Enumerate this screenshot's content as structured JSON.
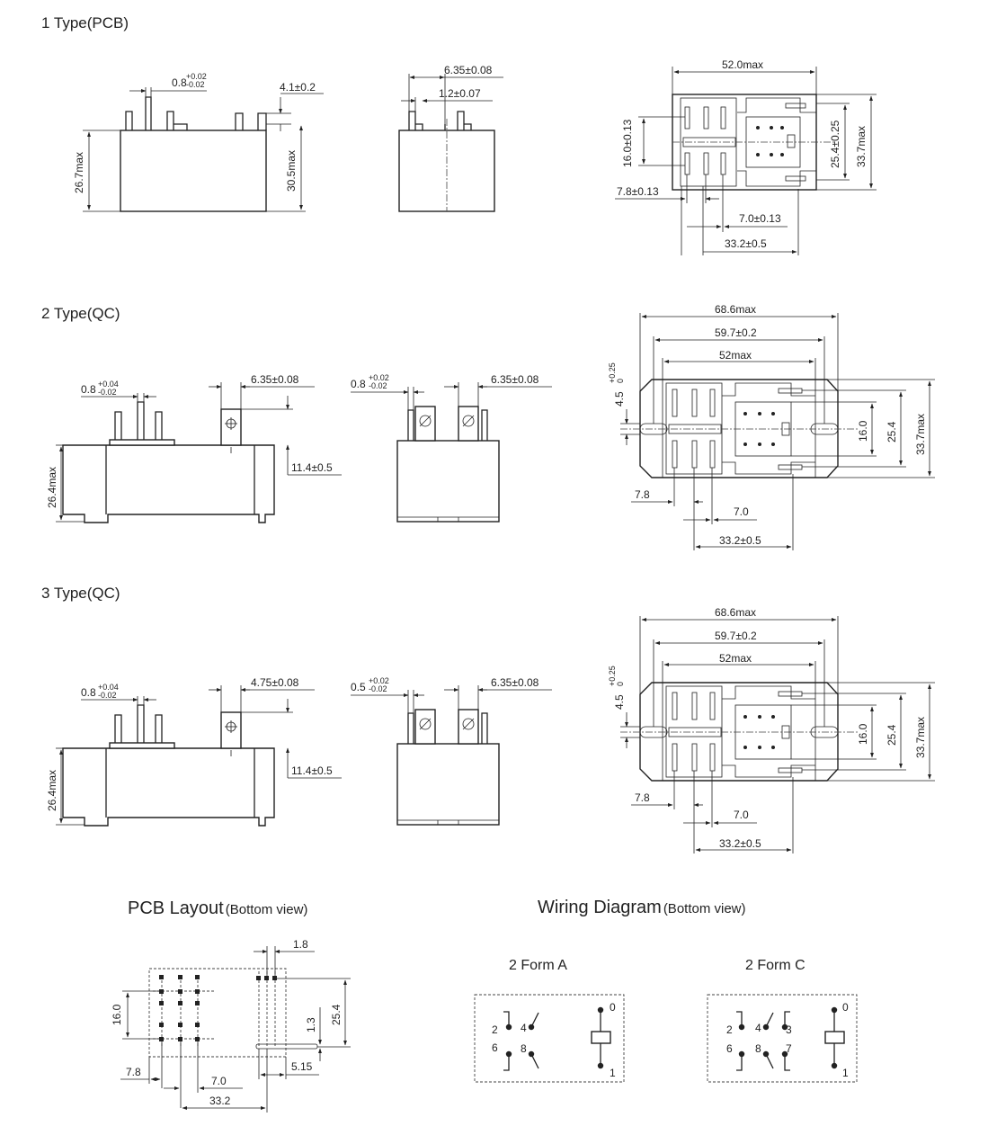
{
  "sections": [
    {
      "title": "1 Type(PCB)"
    },
    {
      "title": "2 Type(QC)"
    },
    {
      "title": "3 Type(QC)"
    }
  ],
  "type1": {
    "pin_width": "0.8",
    "pin_width_tol_top": "+0.02",
    "pin_width_tol_bottom": "-0.02",
    "pin_height": "4.1±0.2",
    "height_body": "26.7max",
    "height_total": "30.5max",
    "side_width": "6.35±0.08",
    "side_pin": "1.2±0.07",
    "bottom": {
      "length": "52.0max",
      "pitch_16": "16.0±0.13",
      "pitch_254": "25.4±0.25",
      "width": "33.7max",
      "offset": "7.8±0.13",
      "pitch_7": "7.0±0.13",
      "span": "33.2±0.5"
    }
  },
  "type2": {
    "pin_width": "0.8",
    "pin_width_tol_top": "+0.04",
    "pin_width_tol_bottom": "-0.02",
    "tab_width": "6.35±0.08",
    "tab_height": "11.4±0.5",
    "height": "26.4max",
    "side_pin": "0.8",
    "side_pin_tol_top": "+0.02",
    "side_pin_tol_bottom": "-0.02",
    "side_tab": "6.35±0.08",
    "bottom": {
      "length_total": "68.6max",
      "mount_pitch": "59.7±0.2",
      "length_body": "52max",
      "slot": "4.5",
      "slot_tol_top": "+0.25",
      "slot_tol_bottom": "0",
      "pitch_16": "16.0",
      "pitch_254": "25.4",
      "width": "33.7max",
      "offset": "7.8",
      "pitch_7": "7.0",
      "span": "33.2±0.5"
    }
  },
  "type3": {
    "pin_width": "0.8",
    "pin_width_tol_top": "+0.04",
    "pin_width_tol_bottom": "-0.02",
    "tab_width": "4.75±0.08",
    "tab_height": "11.4±0.5",
    "height": "26.4max",
    "side_pin": "0.5",
    "side_pin_tol_top": "+0.02",
    "side_pin_tol_bottom": "-0.02",
    "side_tab": "6.35±0.08",
    "bottom": {
      "length_total": "68.6max",
      "mount_pitch": "59.7±0.2",
      "length_body": "52max",
      "slot": "4.5",
      "slot_tol_top": "+0.25",
      "slot_tol_bottom": "0",
      "pitch_16": "16.0",
      "pitch_254": "25.4",
      "width": "33.7max",
      "offset": "7.8",
      "pitch_7": "7.0",
      "span": "33.2±0.5"
    }
  },
  "pcb_layout": {
    "title": "PCB Layout",
    "subtitle": "(Bottom view)",
    "dim_18": "1.8",
    "dim_16": "16.0",
    "dim_13": "1.3",
    "dim_254": "25.4",
    "dim_78": "7.8",
    "dim_70": "7.0",
    "dim_515": "5.15",
    "dim_332": "33.2"
  },
  "wiring": {
    "title": "Wiring Diagram",
    "subtitle": "(Bottom view)",
    "form_a": {
      "label": "2 Form A",
      "pins": [
        "0",
        "2",
        "4",
        "6",
        "8",
        "1"
      ]
    },
    "form_c": {
      "label": "2 Form C",
      "pins": [
        "0",
        "2",
        "4",
        "3",
        "6",
        "8",
        "7",
        "1"
      ]
    }
  }
}
